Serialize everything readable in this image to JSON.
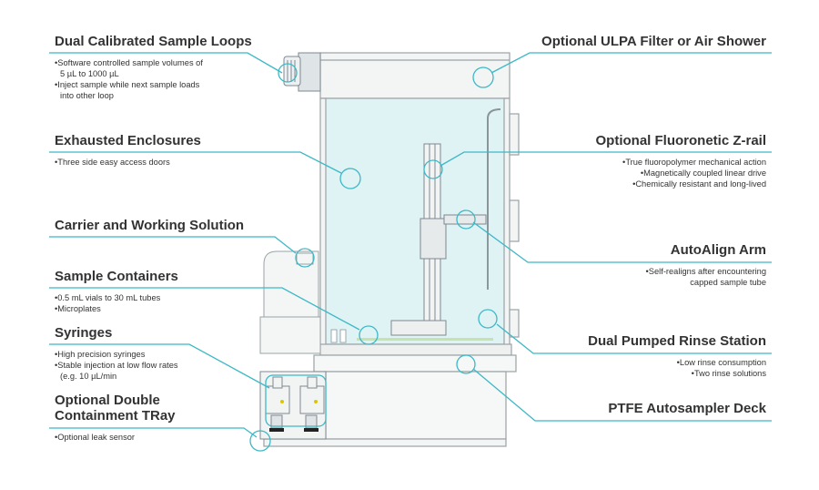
{
  "accent_color": "#3cb8c6",
  "callouts": {
    "sample_loops": {
      "title": "Dual Calibrated Sample Loops",
      "bullets": [
        "Software controlled sample volumes of",
        "5 µL to 1000 µL",
        "Inject sample while next sample loads",
        "into other loop"
      ]
    },
    "exhausted": {
      "title": "Exhausted Enclosures",
      "bullets": [
        "Three side easy access doors"
      ]
    },
    "carrier": {
      "title": "Carrier and Working Solution"
    },
    "containers": {
      "title": "Sample Containers",
      "bullets": [
        "0.5 mL vials to 30 mL tubes",
        "Microplates"
      ]
    },
    "syringes": {
      "title": "Syringes",
      "bullets": [
        "High precision syringes",
        "Stable injection at low flow rates",
        "(e.g. 10 µL/min"
      ]
    },
    "containment": {
      "title_line1": "Optional Double",
      "title_line2": "Containment TRay",
      "bullets": [
        "Optional leak sensor"
      ]
    },
    "ulpa": {
      "title": "Optional ULPA Filter or Air Shower"
    },
    "zrail": {
      "title": "Optional Fluoronetic Z-rail",
      "bullets": [
        "True fluoropolymer mechanical action",
        "Magnetically coupled linear drive",
        "Chemically resistant and long-lived"
      ]
    },
    "autoalign": {
      "title": "AutoAlign Arm",
      "bullets": [
        "Self-realigns after encountering",
        "capped sample tube"
      ]
    },
    "rinse": {
      "title": "Dual Pumped Rinse Station",
      "bullets": [
        "Low rinse consumption",
        "Two rinse solutions"
      ]
    },
    "deck": {
      "title": "PTFE Autosampler Deck"
    }
  }
}
